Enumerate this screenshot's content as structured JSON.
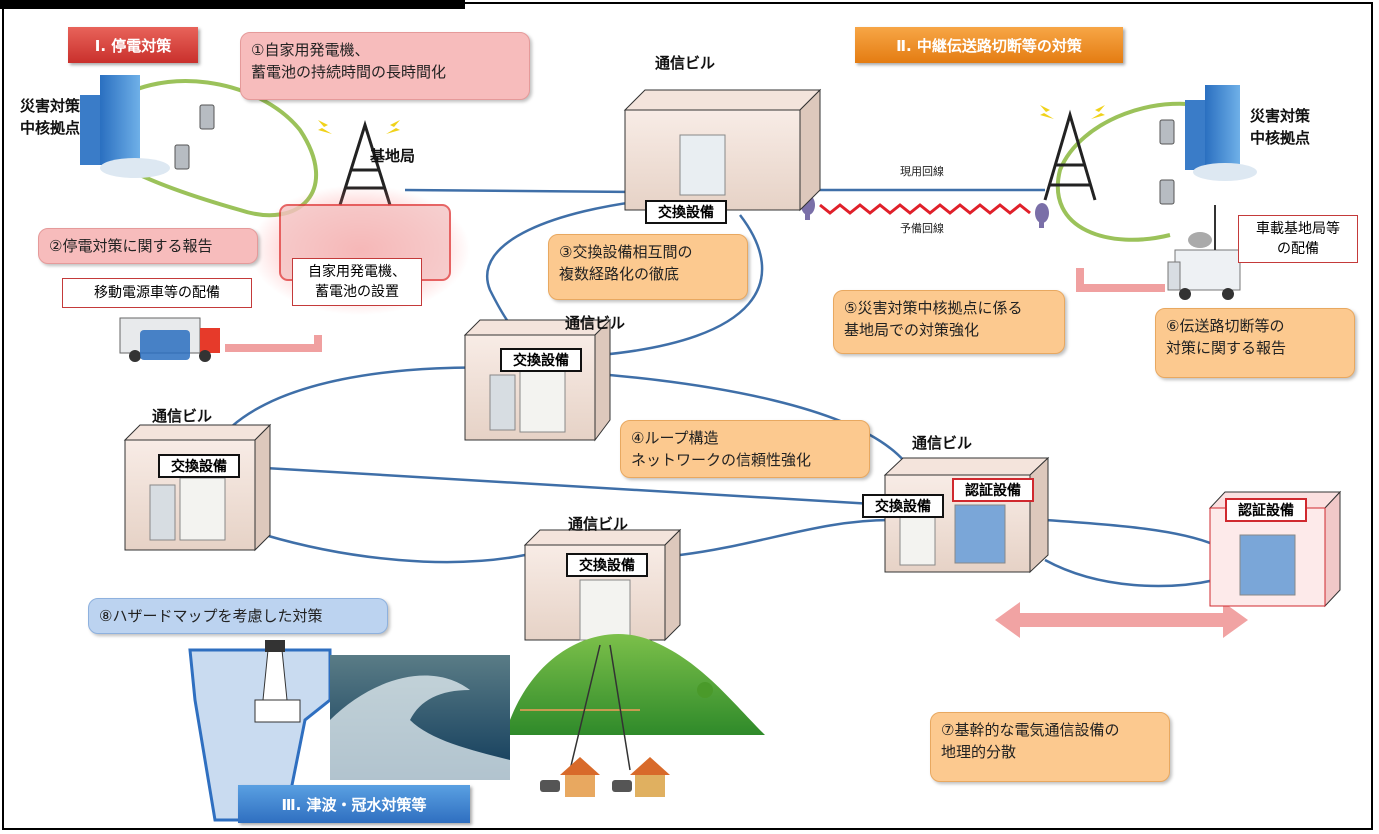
{
  "sections": {
    "power": "Ⅰ. 停電対策",
    "transmission": "Ⅱ. 中継伝送路切断等の対策",
    "tsunami": "Ⅲ. 津波・冠水対策等"
  },
  "callouts": {
    "c1": "①自家用発電機、\n蓄電池の持続時間の長時間化",
    "c2": "②停電対策に関する報告",
    "c3": "③交換設備相互間の\n複数経路化の徹底",
    "c4": "④ループ構造\nネットワークの信頼性強化",
    "c5": "⑤災害対策中核拠点に係る\n基地局での対策強化",
    "c6": "⑥伝送路切断等の\n対策に関する報告",
    "c7": "⑦基幹的な電気通信設備の\n地理的分散",
    "c8": "⑧ハザードマップを考慮した対策"
  },
  "labels": {
    "hq_left": "災害対策\n中核拠点",
    "hq_right": "災害対策\n中核拠点",
    "base_station": "基地局",
    "generator": "自家用発電機、\n蓄電池の設置",
    "mobile_power": "移動電源車等の配備",
    "vehicle_base": "車載基地局等\nの配備",
    "active_line": "現用回線",
    "backup_line": "予備回線",
    "building": "通信ビル",
    "switch": "交換設備",
    "auth": "認証設備"
  },
  "colors": {
    "red": "#d0292f",
    "orange": "#e8891c",
    "blue": "#2f6fc0",
    "line_blue": "#3f6fa8",
    "green": "#9bc25a"
  },
  "icons": [
    "building-icon",
    "phone-icon",
    "tower-icon",
    "truck-icon",
    "server-icon",
    "lighthouse-icon",
    "wave-icon",
    "house-icon",
    "hill-icon",
    "antenna-icon"
  ]
}
